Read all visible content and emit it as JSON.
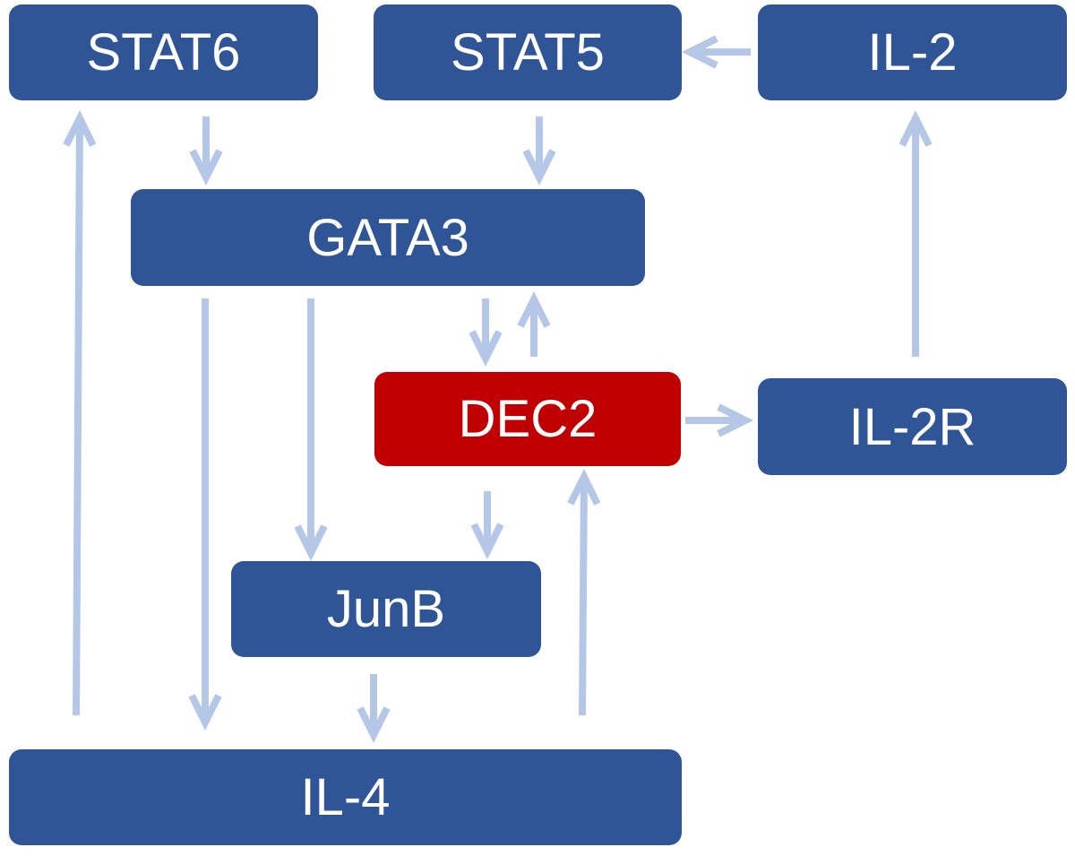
{
  "colors": {
    "node_blue": "#2f5597",
    "node_red": "#c00000",
    "arrow": "#b4c7e7"
  },
  "nodes": {
    "stat6": "STAT6",
    "stat5": "STAT5",
    "il2": "IL-2",
    "gata3": "GATA3",
    "dec2": "DEC2",
    "il2r": "IL-2R",
    "junb": "JunB",
    "il4": "IL-4"
  },
  "edges": [
    {
      "from": "STAT6",
      "to": "GATA3"
    },
    {
      "from": "STAT5",
      "to": "GATA3"
    },
    {
      "from": "IL-2",
      "to": "STAT5"
    },
    {
      "from": "IL-2R",
      "to": "IL-2"
    },
    {
      "from": "GATA3",
      "to": "DEC2"
    },
    {
      "from": "DEC2",
      "to": "GATA3"
    },
    {
      "from": "DEC2",
      "to": "IL-2R"
    },
    {
      "from": "GATA3",
      "to": "JunB"
    },
    {
      "from": "GATA3",
      "to": "IL-4"
    },
    {
      "from": "DEC2",
      "to": "JunB"
    },
    {
      "from": "JunB",
      "to": "IL-4"
    },
    {
      "from": "IL-4",
      "to": "STAT6"
    },
    {
      "from": "IL-4",
      "to": "DEC2"
    }
  ]
}
